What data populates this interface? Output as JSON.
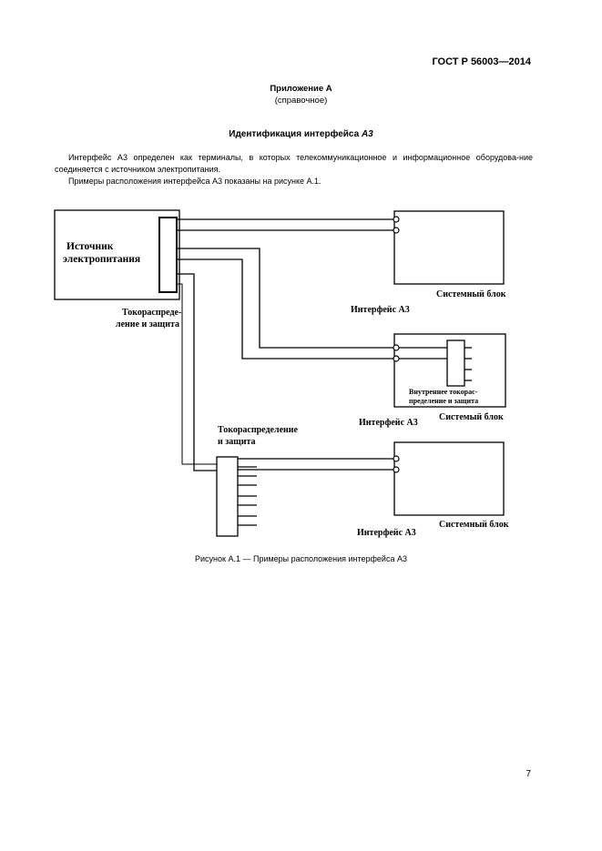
{
  "header": {
    "standard_id": "ГОСТ Р 56003—2014"
  },
  "appendix": {
    "title": "Приложение А",
    "subtitle": "(справочное)"
  },
  "section": {
    "title_prefix": "Идентификация интерфейса ",
    "title_interface": "А3"
  },
  "body": {
    "paragraph1": "Интерфейс А3 определен как терминалы, в которых телекоммуникационное и информационное оборудова-ние соединяется с источником электропитания.",
    "paragraph2": "Примеры расположения интерфейса А3 показаны на рисунке А.1."
  },
  "figure": {
    "power_source_line1": "Источник",
    "power_source_line2": "электропитания",
    "distribution_line1": "Токораспреде-",
    "distribution_line2": "ление и защита",
    "ext_distribution_line1": "Токораспределение",
    "ext_distribution_line2": "и защита",
    "internal_distribution_line1": "Внутреннее токорас-",
    "internal_distribution_line2": "пределение и защита",
    "interface_label_1": "Интерфейс А3",
    "interface_label_2": "Интерфейс А3",
    "interface_label_3": "Интерфейс А3",
    "system_unit_1": "Системный блок",
    "system_unit_2": "Системый блок",
    "system_unit_3": "Системный блок"
  },
  "caption": "Рисунок А.1 — Примеры расположения интерфейса А3",
  "page_number": "7"
}
